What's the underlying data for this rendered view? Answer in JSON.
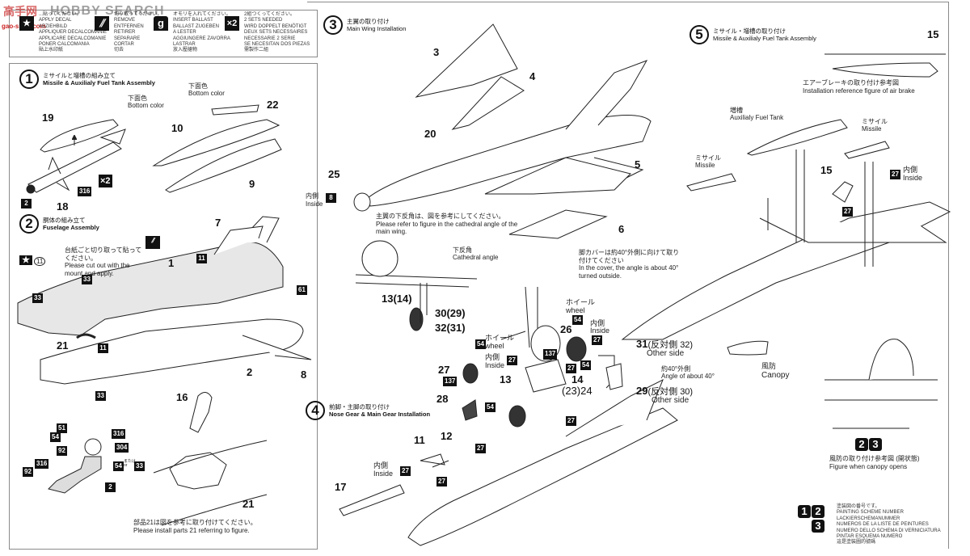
{
  "watermark": {
    "brand": "HOBBY SEARCH",
    "site_cn": "高手网",
    "site_url": "gao-shou.com"
  },
  "legend_bar": [
    {
      "icon": "decal-icon",
      "icon_text": "★",
      "lines": [
        "...貼ってください。",
        "APPLY DECAL",
        "ABZIEHBILD",
        "APPLIQUER DECALCOMANIE",
        "APPLICARE DECALCOMANIE",
        "PONER CALCOMANIA",
        "貼上水印紙"
      ]
    },
    {
      "icon": "remove-cut-icon",
      "icon_text": "⫽",
      "lines": [
        "切り取ってください。",
        "REMOVE",
        "ENTFERNEN",
        "RETIRER",
        "SEPARARE",
        "CORTAR",
        "切去"
      ]
    },
    {
      "icon": "ballast-weight-icon",
      "icon_text": "g",
      "lines": [
        "オモリを入れてください。",
        "INSERT BALLAST",
        "BALLAST ZUGEBEN",
        "A LESTER",
        "AGGIUNGERE ZAVORRA",
        "LASTRAR",
        "放入壓艙物"
      ]
    },
    {
      "icon": "two-sets-icon",
      "icon_text": "×2",
      "lines": [
        "2組つくってください。",
        "2 SETS NEEDED",
        "WIRD DOPPELT BENÖTIGT",
        "DEUX SETS NECESSAIRES",
        "NECESSARIE 2 SERIE",
        "SE NECESITAN DOS PIEZAS",
        "需製作二組"
      ]
    }
  ],
  "steps": {
    "s1": {
      "num": "1",
      "jp": "ミサイルと増槽の組み立て",
      "en": "Missile & Auxilialy Fuel Tank Assembly",
      "bottom_color_jp": "下面色",
      "bottom_color_en": "Bottom color",
      "parts": {
        "p19": "19",
        "p18": "18",
        "p10": "10",
        "p9": "9",
        "p22": "22"
      },
      "paint": {
        "nose": "2",
        "body": "316"
      },
      "sets": "×2"
    },
    "s2": {
      "num": "2",
      "jp": "胴体の組み立て",
      "en": "Fuselage Assembly",
      "decal_note_jp": "台紙ごと切り取って貼ってください。",
      "decal_note_en": "Please cut out with the mount and apply.",
      "decal_num": "11",
      "parts": {
        "p1": "1",
        "p2": "2",
        "p7": "7",
        "p8": "8",
        "p21": "21",
        "p16": "16"
      },
      "paint": {
        "a": "33",
        "b": "33",
        "c": "11",
        "d": "11",
        "e": "61",
        "f": "33"
      },
      "pilot_paint": {
        "helmet_visor": "51",
        "mask": "54",
        "strap": "92",
        "arm": "316",
        "boots": "92",
        "helmet": "316",
        "vest": "304",
        "suit": "54",
        "suit_alt": "33",
        "suit_or_jp": "または",
        "suit_or_en": "or",
        "belt": "2"
      },
      "seat_note_jp": "部品21は図を参考に取り付けてください。",
      "seat_note_en": "Please install parts 21 referring to figure."
    },
    "s3": {
      "num": "3",
      "jp": "主翼の取り付け",
      "en": "Main Wing Installation",
      "parts": {
        "p3": "3",
        "p4": "4",
        "p5": "5",
        "p6": "6",
        "p20": "20",
        "p25": "25"
      },
      "inside_jp": "内側",
      "inside_en": "Inside",
      "inside_paint": "8",
      "cathedral_note_jp": "主翼の下反角は、図を参考にしてください。",
      "cathedral_note_en": "Please refer to figure in the cathedral angle of the main wing.",
      "cathedral_label_jp": "下反角",
      "cathedral_label_en": "Cathedral angle",
      "gear_labels": {
        "a": "13(14)",
        "b": "30(29)",
        "c": "32(31)"
      }
    },
    "s4": {
      "num": "4",
      "jp": "前脚・主脚の取り付け",
      "en": "Nose Gear & Main Gear Installation",
      "cover_note_jp": "脚カバーは約40°外側に向けて取り付けてください",
      "cover_note_en": "In the cover, the angle is about 40° turned outside.",
      "wheel_jp": "ホイール",
      "wheel_en": "wheel",
      "inside_jp": "内側",
      "inside_en": "Inside",
      "other_side_en": "Other side",
      "angle_jp": "約40°外側",
      "angle_en": "Angle of about 40°",
      "parts": {
        "p11": "11",
        "p12": "12",
        "p13": "13",
        "p14": "14",
        "p17": "17",
        "p24": "(23)24",
        "p26": "26",
        "p27": "27",
        "p28": "28",
        "p31": "31",
        "p31_other": "(反対側 32)",
        "p29": "29",
        "p29_other": "(反対側 30)"
      },
      "paint": {
        "wheel": "54",
        "tire": "137",
        "inside": "27",
        "gear": "54"
      }
    },
    "s5": {
      "num": "5",
      "jp": "ミサイル・増槽の取り付け",
      "en": "Missile & Auxilialy Fuel Tank Assembly",
      "airbrake_jp": "エアーブレーキの取り付け参考図",
      "airbrake_en": "Installation reference figure of air brake",
      "tank_jp": "増槽",
      "tank_en": "Auxilialy Fuel Tank",
      "missile_jp": "ミサイル",
      "missile_en": "Missile",
      "inside_jp": "内側",
      "inside_en": "Inside",
      "inside_paint": "27",
      "canopy_jp": "風防",
      "canopy_en": "Canopy",
      "parts": {
        "p15a": "15",
        "p15b": "15"
      },
      "paint": {
        "brake": "27"
      }
    },
    "canopy_ref": {
      "steps": [
        "2",
        "3"
      ],
      "jp": "風防の取り付け参考図 (開状態)",
      "en": "Figure when canopy opens"
    }
  },
  "painting_legend": {
    "nums": [
      "1",
      "2",
      "3"
    ],
    "lines": [
      "塗装図の番号です。",
      "PAINTING SCHEME NUMBER",
      "LACKIERSCHEMANUMMER",
      "NUMEROS DE LA LISTE DE PEINTURES",
      "NUMERO DELLO SCHEMA DI VERNICIATURA",
      "PINTAR ESQUEMA NUMERO",
      "這是塗裝圖的號碼"
    ]
  }
}
